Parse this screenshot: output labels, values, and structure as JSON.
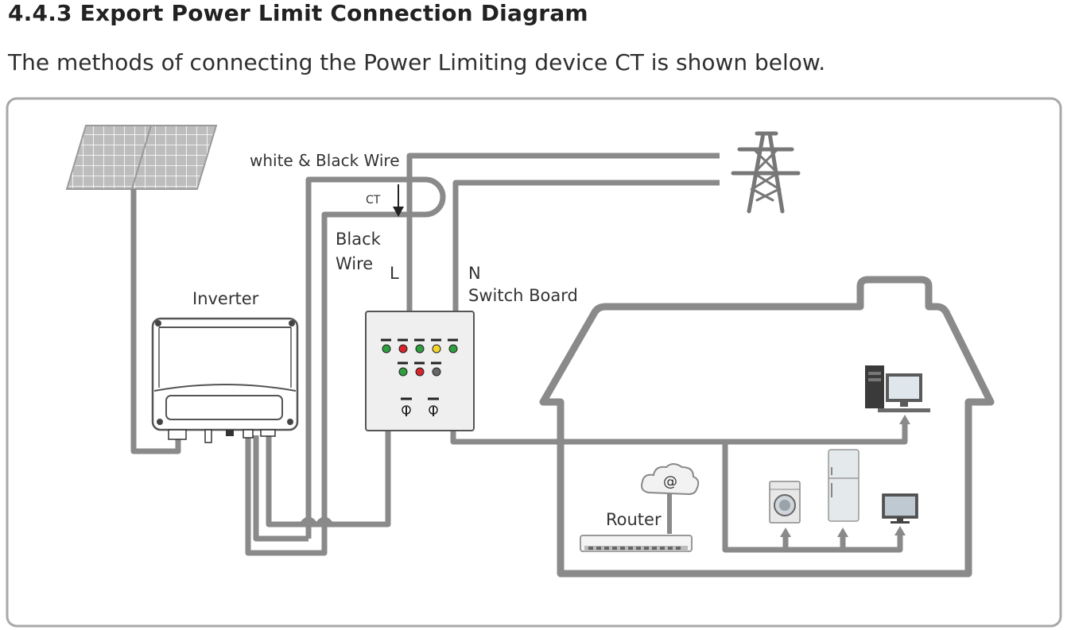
{
  "header": {
    "title": "4.4.3 Export Power Limit Connection Diagram",
    "intro": "The methods of connecting the Power Limiting device CT is shown below."
  },
  "diagram": {
    "labels": {
      "white_black_wire": "white & Black Wire",
      "ct": "CT",
      "black_wire_line1": "Black",
      "black_wire_line2": "Wire",
      "l": "L",
      "n": "N",
      "switch_board": "Switch Board",
      "inverter": "Inverter",
      "router": "Router",
      "at": "@"
    },
    "icons": [
      "solar-panel-icon",
      "inverter-icon",
      "switch-board-icon",
      "pylon-icon",
      "house-icon",
      "computer-icon",
      "router-icon",
      "cloud-icon",
      "washing-machine-icon",
      "fridge-icon",
      "tv-icon"
    ],
    "colors": {
      "wire": "#8a8a8a",
      "outline": "#9a9a9a",
      "led_green": "#2f9e3f",
      "led_red": "#d3252b",
      "led_yellow": "#f2d52a",
      "led_gray": "#666666"
    }
  }
}
